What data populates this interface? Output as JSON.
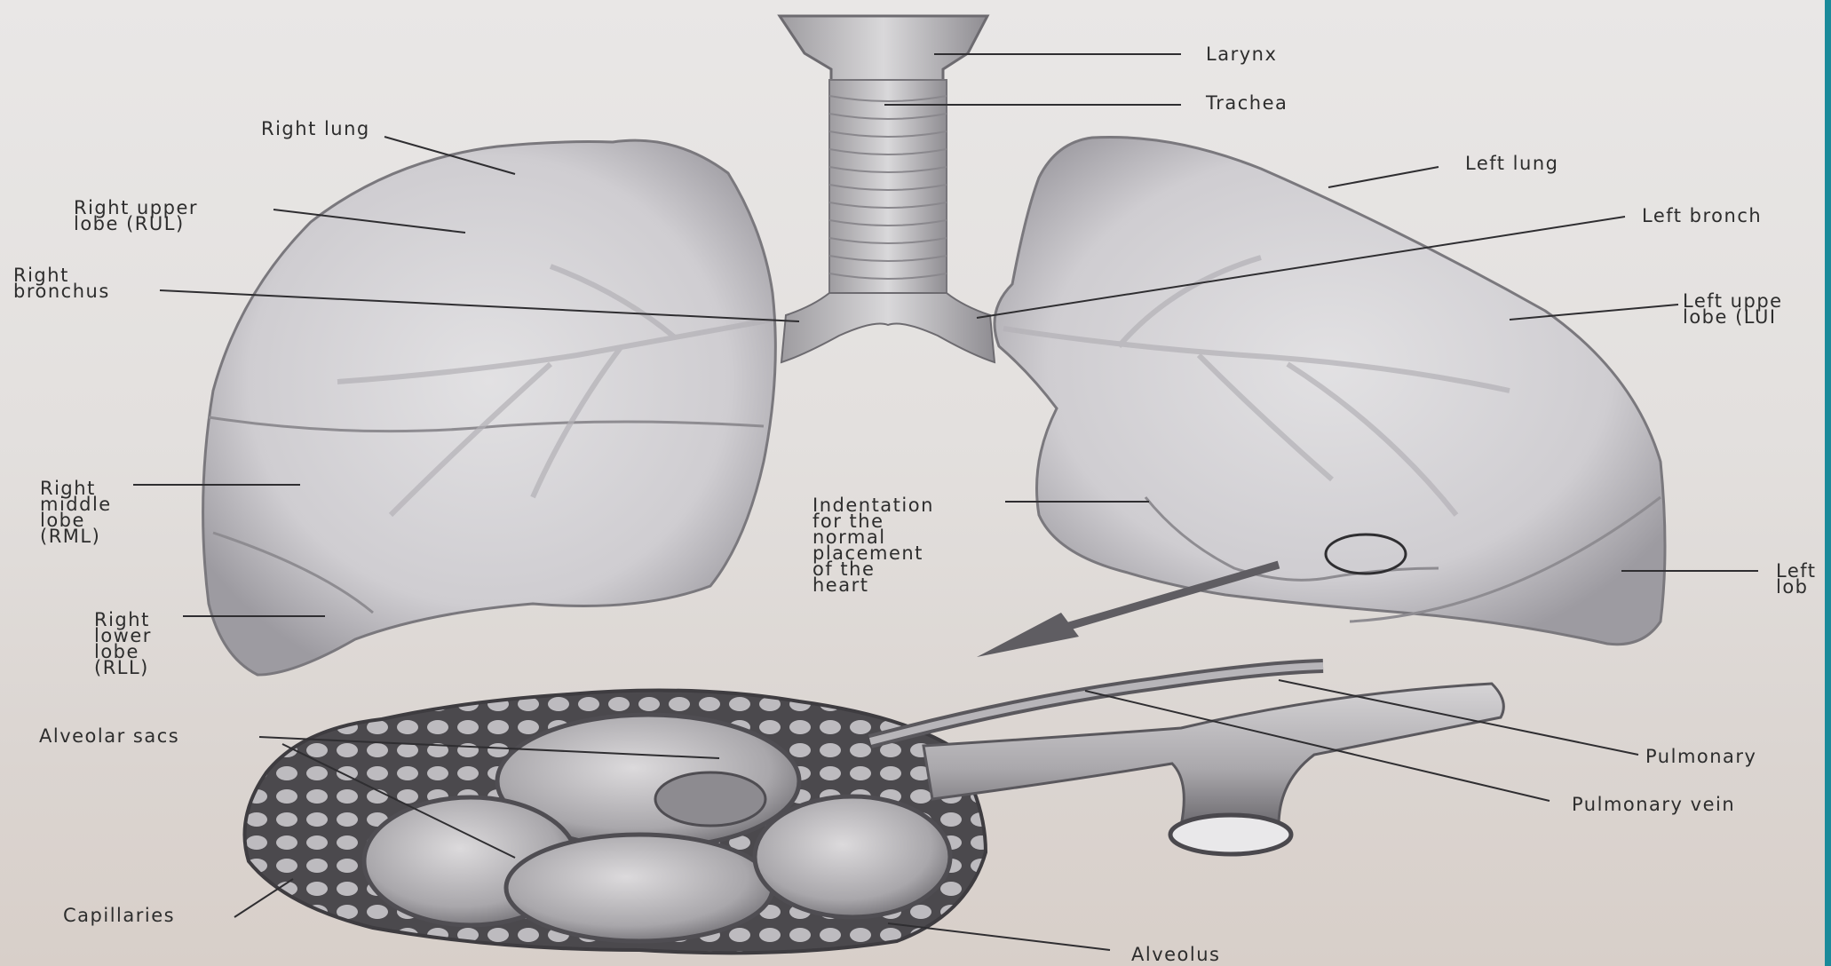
{
  "figure": {
    "labels": {
      "larynx": "Larynx",
      "trachea": "Trachea",
      "right_lung": "Right lung",
      "right_upper_lobe": "Right upper\nlobe (RUL)",
      "right_bronchus": "Right\nbronchus",
      "right_middle_lobe": "Right\nmiddle\nlobe\n(RML)",
      "right_lower_lobe": "Right\nlower\nlobe\n(RLL)",
      "left_lung": "Left lung",
      "left_bronchus": "Left bronch",
      "left_upper_lobe": "Left uppe\nlobe (LUI",
      "left_lower_lobe": "Left\nlob",
      "heart_indentation": "Indentation\nfor the\nnormal\nplacement\nof the\nheart",
      "alveolar_sacs": "Alveolar sacs",
      "pulmonary": "Pulmonary",
      "pulmonary_vein": "Pulmonary vein",
      "capillaries": "Capillaries",
      "alveolus": "Alveolus"
    },
    "frame_color": "#1a8a9a"
  }
}
